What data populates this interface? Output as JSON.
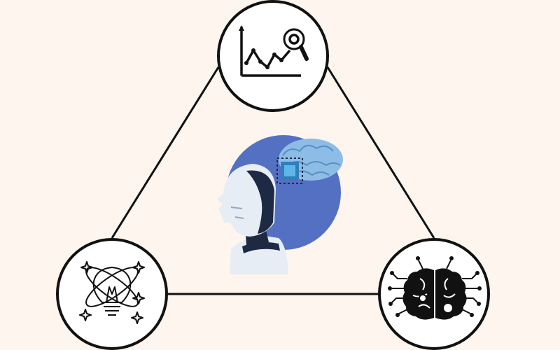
{
  "colors": {
    "background": "#fdf5ee",
    "line": "#111111",
    "node_fill": "#ffffff",
    "accent_circle": "#5470c2",
    "brain": "#8dbde6",
    "chip": "#2f7fb9",
    "robot_face": "#e7edf5",
    "robot_dark": "#1e2a44"
  },
  "nodes": [
    {
      "id": "top",
      "icon": "data-analytics-chart-icon"
    },
    {
      "id": "bottom-left",
      "icon": "idea-lightbulb-icon"
    },
    {
      "id": "bottom-right",
      "icon": "circuit-brain-icon"
    }
  ],
  "center": {
    "icon": "ai-robot-head-brain-illustration"
  }
}
